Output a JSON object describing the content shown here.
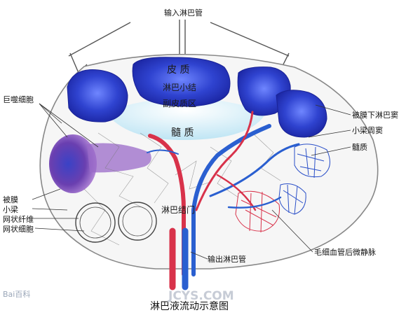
{
  "title": "淋巴液流动示意图",
  "labels": {
    "afferent": "输入淋巴管",
    "cortex": "皮 质",
    "nodule": "淋巴小结",
    "paracortex": "副皮质区",
    "medulla": "髓 质",
    "hilum": "淋巴结门",
    "efferent": "输出淋巴管",
    "macrophage": "巨噬细胞",
    "capsule": "被膜",
    "trabecula": "小梁",
    "reticular_fiber": "网状纤维",
    "reticular_cell": "网状细胞",
    "subcapsular_sinus": "被膜下淋巴窦",
    "peritrabecular_sinus": "小梁周窦",
    "medulla_right": "髓质",
    "hev": "毛细血管后微静脉"
  },
  "watermarks": {
    "baidu": "Bai百科",
    "site": "JCYS.COM"
  },
  "colors": {
    "nodule_blue": "#2c3fc9",
    "capsule": "#e8e8e8",
    "artery_red": "#d8324a",
    "vein_blue": "#2a5fd0",
    "paracortex": "#c9e9f5",
    "macrophage_purple": "#7a3aa8"
  }
}
